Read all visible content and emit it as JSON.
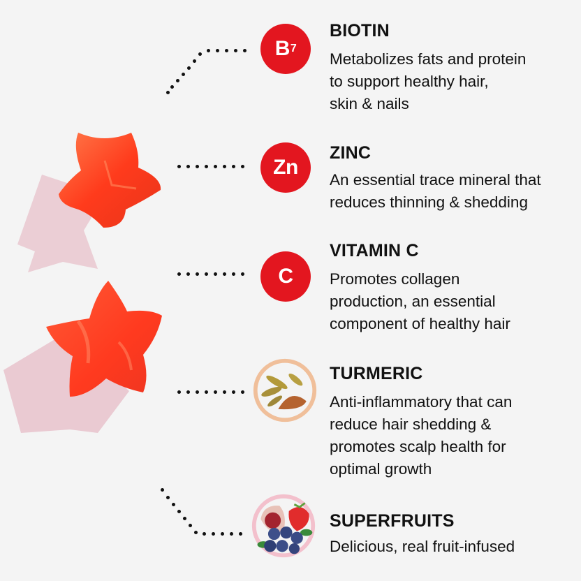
{
  "background": "#f4f4f4",
  "accent_color": "#e3161f",
  "ingredients": [
    {
      "name": "BIOTIN",
      "icon": {
        "type": "badge",
        "symbol": "B",
        "subscript": "7"
      },
      "description": [
        "Metabolizes fats and protein",
        "to support healthy hair,",
        "skin & nails"
      ]
    },
    {
      "name": "ZINC",
      "icon": {
        "type": "badge",
        "symbol": "Zn"
      },
      "description": [
        "An essential trace mineral that",
        "reduces thinning & shedding"
      ]
    },
    {
      "name": "VITAMIN C",
      "icon": {
        "type": "badge",
        "symbol": "C"
      },
      "description": [
        "Promotes collagen",
        "production, an essential",
        "component of healthy hair"
      ]
    },
    {
      "name": "TURMERIC",
      "icon": {
        "type": "photo",
        "semantic": "turmeric-root-and-powder-icon"
      },
      "description": [
        "Anti-inflammatory that can",
        "reduce hair shedding &",
        "promotes scalp health for",
        "optimal growth"
      ]
    },
    {
      "name": "SUPERFRUITS",
      "icon": {
        "type": "photo",
        "semantic": "pomegranate-strawberry-blueberry-icon"
      },
      "description": [
        "Delicious, real fruit-infused"
      ]
    }
  ],
  "product_images": [
    "red-star-gummy-top",
    "red-star-gummy-bottom"
  ]
}
